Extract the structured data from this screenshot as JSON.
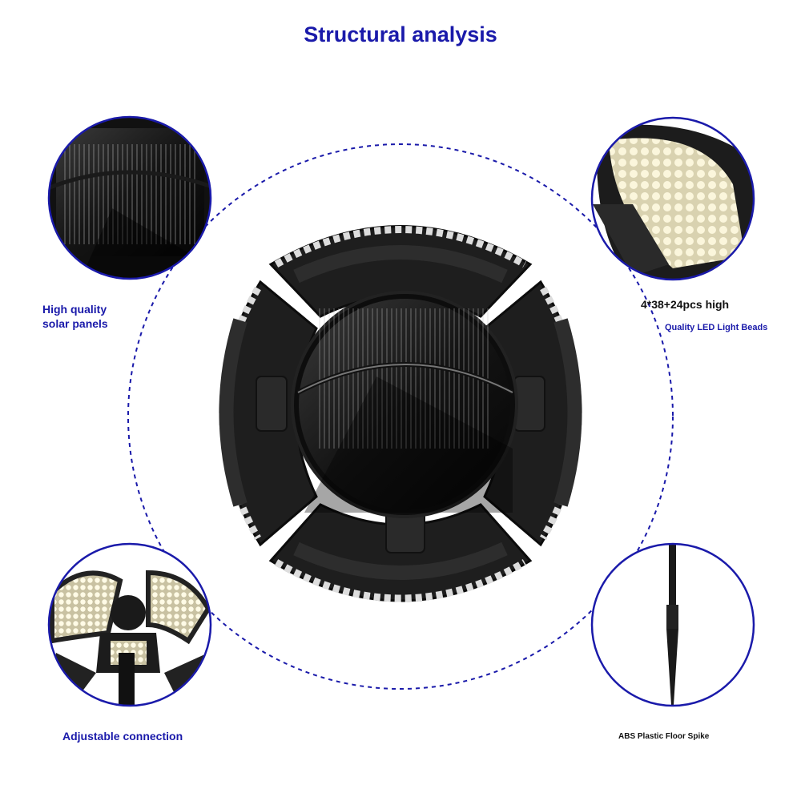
{
  "title": "Structural analysis",
  "captions": {
    "solar_line1": "High quality",
    "solar_line2": "solar panels",
    "led_line1": "4*38+24pcs high",
    "led_line2": "Quality LED Light Beads",
    "adjustable": "Adjustable connection",
    "spike": "ABS Plastic Floor Spike"
  },
  "colors": {
    "title": "#1a1aaa",
    "dashed_circle": "#1a1aaa",
    "inset_border": "#1a1aaa",
    "lamp_body": "#1b1b1b",
    "led_glow": "#f3ecc4"
  }
}
